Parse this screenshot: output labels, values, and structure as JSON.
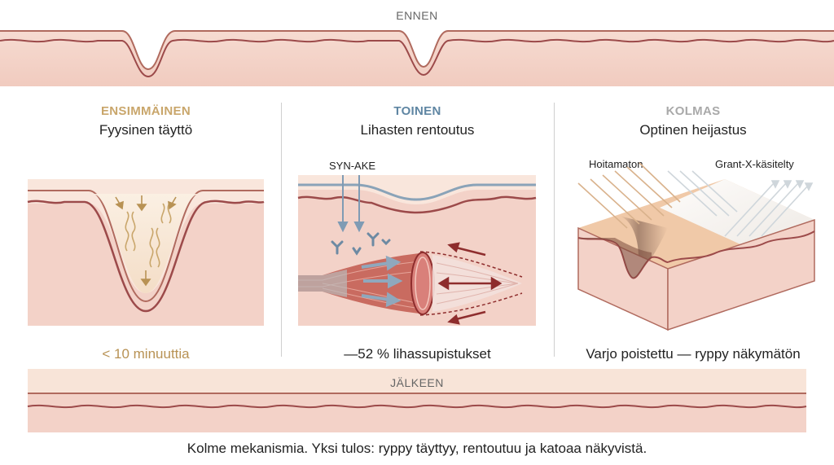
{
  "top_strip": {
    "label": "ENNEN"
  },
  "panels": [
    {
      "kicker": "ENSIMMÄINEN",
      "title": "Fyysinen täyttö",
      "result": "< 10 minuuttia",
      "accent": "#c9a66b",
      "result_color": "#b89254"
    },
    {
      "kicker": "TOINEN",
      "title": "Lihasten rentoutus",
      "result": "—52 % lihassupistukset",
      "accent": "#5f86a3",
      "label": "SYN-AKE"
    },
    {
      "kicker": "KOLMAS",
      "title": "Optinen heijastus",
      "result": "Varjo poistettu — ryppy näkymätön",
      "accent": "#a9a9a9",
      "label_left": "Hoitamaton",
      "label_right": "Grant-X-käsitelty"
    }
  ],
  "bottom_strip": {
    "label": "JÄLKEEN"
  },
  "caption": "Kolme mekanismia. Yksi tulos: ryppy täyttyy, rentoutuu ja katoaa näkyvistä.",
  "colors": {
    "skin": "#f3d2c8",
    "skin_light": "#f9e6dc",
    "dermis_line": "#9c4a4a",
    "skin_edge": "#b06a5e",
    "muscle": "#c96b60",
    "arrow_blue": "#7f9bb4",
    "arrow_red": "#8e2d2d"
  }
}
